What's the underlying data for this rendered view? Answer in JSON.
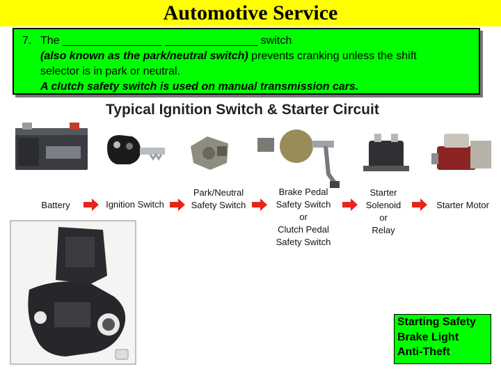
{
  "header": {
    "title": "Automotive Service"
  },
  "question": {
    "number": "7.",
    "line1": "The ________________ _______________ switch",
    "line2_italic": "(also known as the park/neutral switch)",
    "line2_rest": " prevents cranking unless the shift",
    "line3": "selector is in park or neutral.",
    "line4": "A clutch safety switch is used on manual transmission cars."
  },
  "circuit": {
    "title": "Typical Ignition Switch & Starter Circuit",
    "labels": {
      "battery": "Battery",
      "ignition": "Ignition Switch",
      "park1": "Park/Neutral",
      "park2": "Safety Switch",
      "brake1": "Brake Pedal",
      "brake2": "Safety Switch",
      "brake3": "or",
      "brake4": "Clutch Pedal",
      "brake5": "Safety Switch",
      "sol1": "Starter",
      "sol2": "Solenoid",
      "sol3": "or",
      "sol4": "Relay",
      "motor": "Starter Motor"
    },
    "arrow_color": "#e8231c"
  },
  "corner_box": {
    "line1": "Starting Safety",
    "line2": "Brake Light",
    "line3": "Anti-Theft"
  }
}
